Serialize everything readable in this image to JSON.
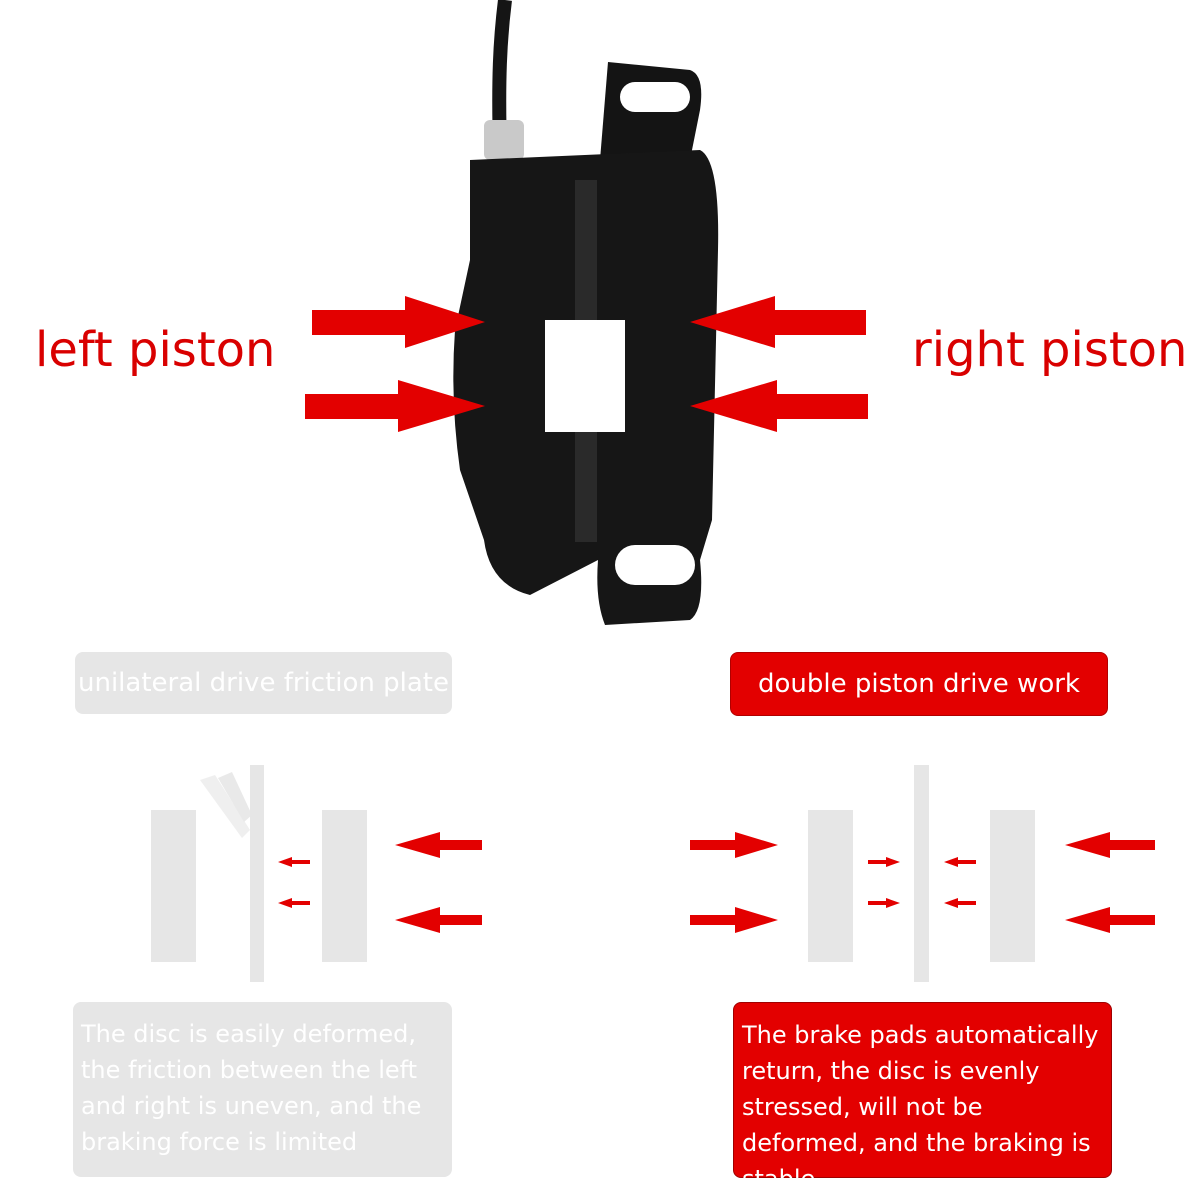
{
  "labels": {
    "left": "left piston",
    "right": "right piston"
  },
  "left_panel": {
    "title": "unilateral drive friction plate",
    "description": "The disc is easily deformed, the friction between the left and right is uneven, and the braking force is limited"
  },
  "right_panel": {
    "title": "double piston drive work",
    "description": "The brake pads automatically return, the disc is evenly stressed, will not be deformed, and the braking is stable"
  },
  "colors": {
    "accent_red": "#e30000",
    "label_red": "#d90000",
    "muted_gray": "#e6e6e6",
    "caliper": "#111111"
  }
}
